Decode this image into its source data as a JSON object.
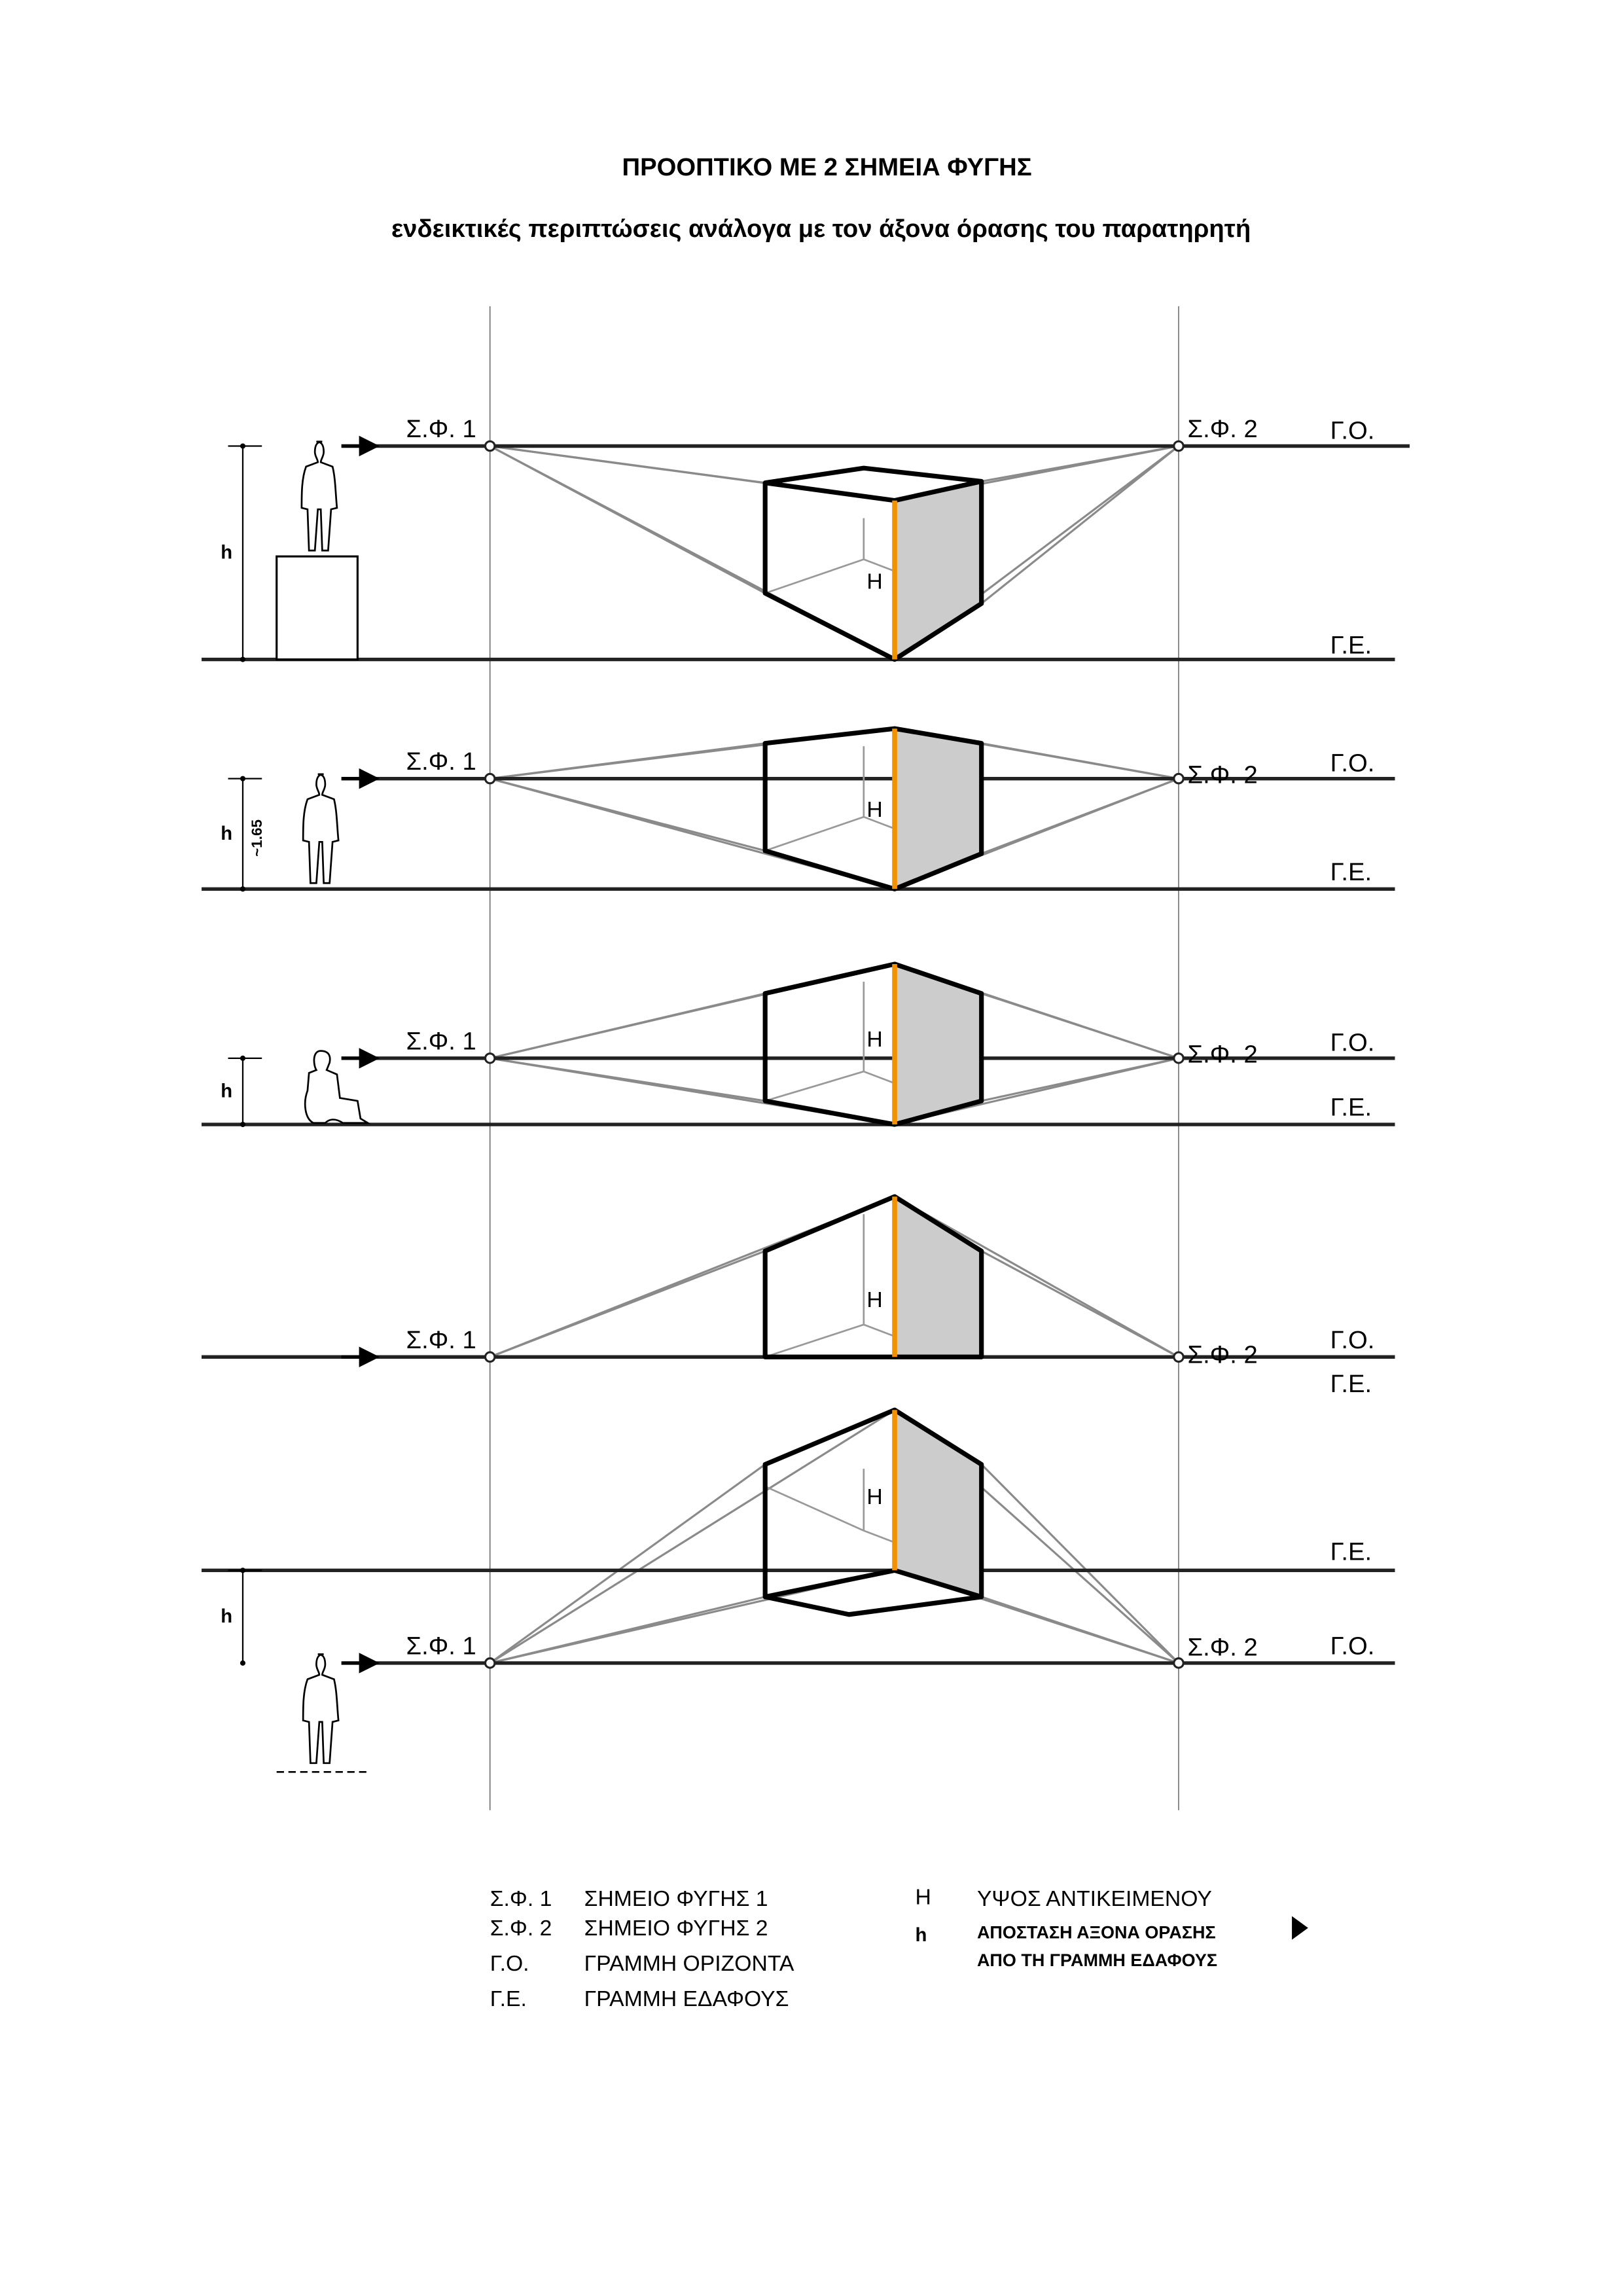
{
  "title": "ΠΡΟΟΠΤΙΚΟ ΜΕ 2 ΣΗΜΕΙΑ ΦΥΓΗΣ",
  "subtitle": "ενδεικτικές περιπτώσεις ανάλογα με τον άξονα όρασης του παρατηρητή",
  "labels": {
    "vp1": "Σ.Φ. 1",
    "vp2": "Σ.Φ. 2",
    "horizon": "Γ.Ο.",
    "ground": "Γ.Ε.",
    "object_height": "H",
    "eye_height": "h",
    "eye_height_value": "~1.65"
  },
  "colors": {
    "accent_edge": "#f39200",
    "shaded_face": "#cccccc",
    "construction": "#8a8a8a"
  },
  "legend": {
    "left": [
      {
        "abbr": "Σ.Φ. 1",
        "text": "ΣΗΜΕΙΟ ΦΥΓΗΣ 1"
      },
      {
        "abbr": "Σ.Φ. 2",
        "text": "ΣΗΜΕΙΟ ΦΥΓΗΣ 2"
      },
      {
        "abbr": "Γ.Ο.",
        "text": "ΓΡΑΜΜΗ ΟΡΙΖΟΝΤΑ"
      },
      {
        "abbr": "Γ.Ε.",
        "text": "ΓΡΑΜΜΗ ΕΔΑΦΟΥΣ"
      }
    ],
    "right": [
      {
        "abbr": "H",
        "text": "ΥΨΟΣ ΑΝΤΙΚΕΙΜΕΝΟΥ"
      },
      {
        "abbr": "h",
        "text": "ΑΠΟΣΤΑΣΗ ΑΞΟΝΑ ΟΡΑΣΗΣ",
        "text2": "ΑΠΟ ΤΗ ΓΡΑΜΜΗ ΕΔΑΦΟΥΣ"
      }
    ]
  }
}
